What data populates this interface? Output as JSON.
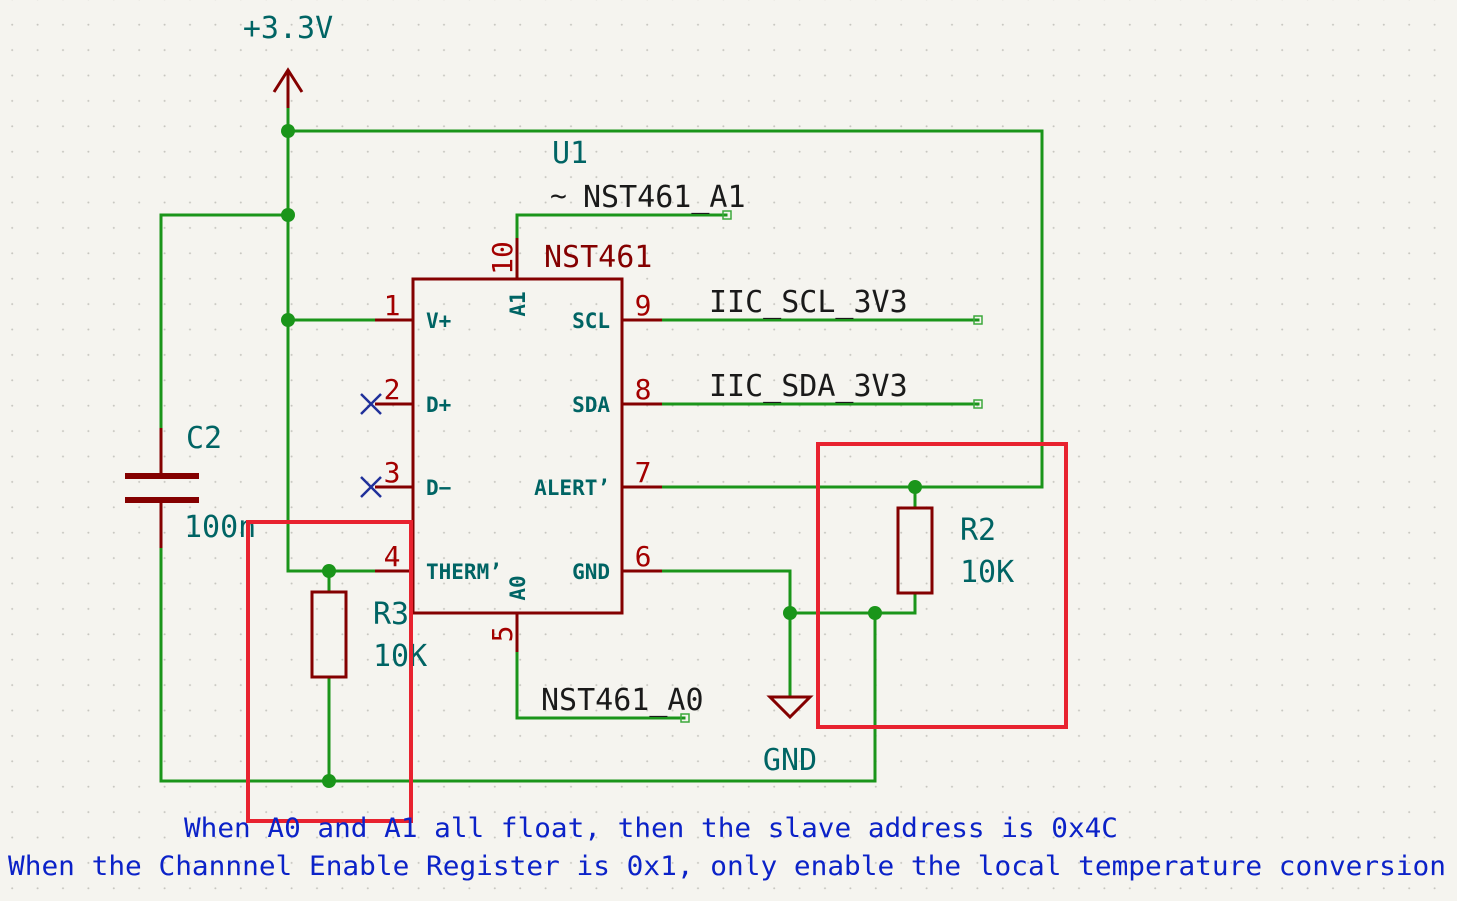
{
  "power": {
    "vcc_label": "+3.3V",
    "gnd_label": "GND"
  },
  "u1": {
    "ref": "U1",
    "value": "NST461",
    "value_marker": "~",
    "pins": {
      "p1": {
        "num": "1",
        "name": "V+"
      },
      "p2": {
        "num": "2",
        "name": "D+"
      },
      "p3": {
        "num": "3",
        "name": "D−"
      },
      "p4": {
        "num": "4",
        "name": "THERM’"
      },
      "p5": {
        "num": "5",
        "name": "A0"
      },
      "p6": {
        "num": "6",
        "name": "GND"
      },
      "p7": {
        "num": "7",
        "name": "ALERT’"
      },
      "p8": {
        "num": "8",
        "name": "SDA"
      },
      "p9": {
        "num": "9",
        "name": "SCL"
      },
      "p10": {
        "num": "10",
        "name": "A1"
      }
    }
  },
  "nets": {
    "a1": "NST461_A1",
    "a0": "NST461_A0",
    "scl": "IIC_SCL_3V3",
    "sda": "IIC_SDA_3V3"
  },
  "c2": {
    "ref": "C2",
    "value": "100n"
  },
  "r2": {
    "ref": "R2",
    "value": "10K"
  },
  "r3": {
    "ref": "R3",
    "value": "10K"
  },
  "notes": {
    "line1": "When A0 and A1 all float, then the slave address is 0x4C",
    "line2": "When the Channnel Enable Register is 0x1, only enable the local temperature conversion"
  },
  "colors": {
    "background": "#f5f4ef",
    "wire": "#1a951a",
    "symbol": "#840000",
    "field_text": "#006464",
    "note_text": "#0b22c8",
    "highlight": "#e8222f"
  }
}
